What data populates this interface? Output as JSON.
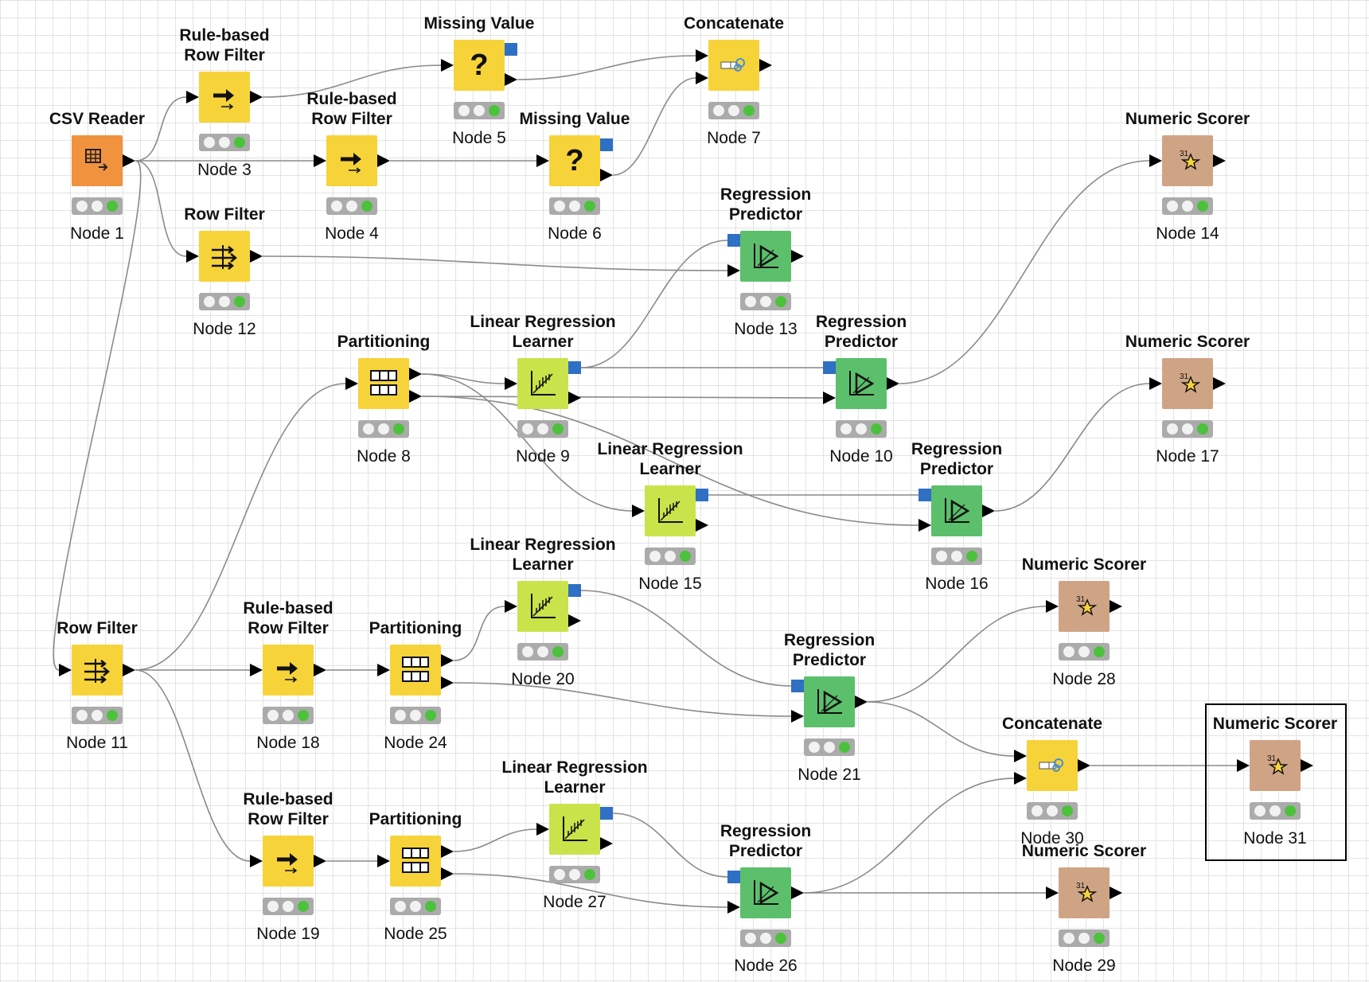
{
  "colors": {
    "reader": "#f0923e",
    "manipulator": "#f7d33a",
    "learner": "#c9e34a",
    "predictor": "#5cbf6c",
    "scorer": "#cfa485",
    "port_model": "#2f6fc4",
    "wire": "#8a8a8a"
  },
  "nodes": [
    {
      "id": "n1",
      "title": "CSV Reader",
      "label": "Node 1",
      "kind": "reader",
      "icon": "table-arrow-icon"
    },
    {
      "id": "n3",
      "title": "Rule-based\nRow Filter",
      "label": "Node 3",
      "kind": "manipulator",
      "icon": "arrow-right-icon"
    },
    {
      "id": "n4",
      "title": "Rule-based\nRow Filter",
      "label": "Node 4",
      "kind": "manipulator",
      "icon": "arrow-right-icon"
    },
    {
      "id": "n5",
      "title": "Missing Value",
      "label": "Node 5",
      "kind": "manipulator",
      "icon": "question-mark-icon"
    },
    {
      "id": "n6",
      "title": "Missing Value",
      "label": "Node 6",
      "kind": "manipulator",
      "icon": "question-mark-icon"
    },
    {
      "id": "n7",
      "title": "Concatenate",
      "label": "Node 7",
      "kind": "manipulator",
      "icon": "concatenate-icon"
    },
    {
      "id": "n12",
      "title": "Row Filter",
      "label": "Node 12",
      "kind": "manipulator",
      "icon": "row-filter-icon"
    },
    {
      "id": "n13",
      "title": "Regression\nPredictor",
      "label": "Node 13",
      "kind": "predictor",
      "icon": "predictor-icon"
    },
    {
      "id": "n14",
      "title": "Numeric Scorer",
      "label": "Node 14",
      "kind": "scorer",
      "icon": "scorer-star-icon"
    },
    {
      "id": "n8",
      "title": "Partitioning",
      "label": "Node 8",
      "kind": "manipulator",
      "icon": "partition-icon"
    },
    {
      "id": "n9",
      "title": "Linear Regression\nLearner",
      "label": "Node 9",
      "kind": "learner",
      "icon": "learner-chart-icon"
    },
    {
      "id": "n10",
      "title": "Regression\nPredictor",
      "label": "Node 10",
      "kind": "predictor",
      "icon": "predictor-icon"
    },
    {
      "id": "n17",
      "title": "Numeric Scorer",
      "label": "Node 17",
      "kind": "scorer",
      "icon": "scorer-star-icon"
    },
    {
      "id": "n15",
      "title": "Linear Regression\nLearner",
      "label": "Node 15",
      "kind": "learner",
      "icon": "learner-chart-icon"
    },
    {
      "id": "n16",
      "title": "Regression\nPredictor",
      "label": "Node 16",
      "kind": "predictor",
      "icon": "predictor-icon"
    },
    {
      "id": "n11",
      "title": "Row Filter",
      "label": "Node 11",
      "kind": "manipulator",
      "icon": "row-filter-icon"
    },
    {
      "id": "n18",
      "title": "Rule-based\nRow Filter",
      "label": "Node 18",
      "kind": "manipulator",
      "icon": "arrow-right-icon"
    },
    {
      "id": "n24",
      "title": "Partitioning",
      "label": "Node 24",
      "kind": "manipulator",
      "icon": "partition-icon"
    },
    {
      "id": "n20",
      "title": "Linear Regression\nLearner",
      "label": "Node 20",
      "kind": "learner",
      "icon": "learner-chart-icon"
    },
    {
      "id": "n21",
      "title": "Regression\nPredictor",
      "label": "Node 21",
      "kind": "predictor",
      "icon": "predictor-icon"
    },
    {
      "id": "n28",
      "title": "Numeric Scorer",
      "label": "Node 28",
      "kind": "scorer",
      "icon": "scorer-star-icon"
    },
    {
      "id": "n30",
      "title": "Concatenate",
      "label": "Node 30",
      "kind": "manipulator",
      "icon": "concatenate-icon"
    },
    {
      "id": "n31",
      "title": "Numeric Scorer",
      "label": "Node 31",
      "kind": "scorer",
      "icon": "scorer-star-icon",
      "selected": true
    },
    {
      "id": "n19",
      "title": "Rule-based\nRow Filter",
      "label": "Node 19",
      "kind": "manipulator",
      "icon": "arrow-right-icon"
    },
    {
      "id": "n25",
      "title": "Partitioning",
      "label": "Node 25",
      "kind": "manipulator",
      "icon": "partition-icon"
    },
    {
      "id": "n27",
      "title": "Linear Regression\nLearner",
      "label": "Node 27",
      "kind": "learner",
      "icon": "learner-chart-icon"
    },
    {
      "id": "n26",
      "title": "Regression\nPredictor",
      "label": "Node 26",
      "kind": "predictor",
      "icon": "predictor-icon"
    },
    {
      "id": "n29",
      "title": "Numeric Scorer",
      "label": "Node 29",
      "kind": "scorer",
      "icon": "scorer-star-icon"
    }
  ]
}
